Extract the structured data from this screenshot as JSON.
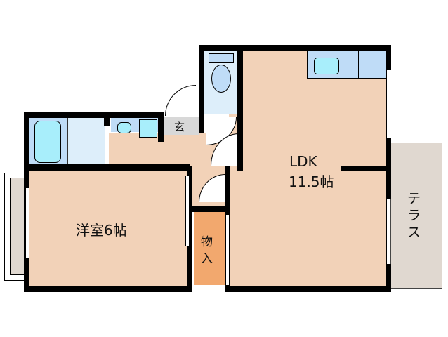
{
  "floorplan": {
    "rooms": {
      "western_room": {
        "label": "洋室6帖",
        "type": "western-style room",
        "size_jo": 6
      },
      "ldk": {
        "label": "LDK",
        "size_label": "11.5帖",
        "size_jo": 11.5
      },
      "storage": {
        "label_line1": "物",
        "label_line2": "入"
      },
      "entrance": {
        "label": "玄"
      },
      "terrace": {
        "label_line1": "テ",
        "label_line2": "ラ",
        "label_line3": "ス"
      }
    },
    "colors": {
      "floor": "#f2d2b8",
      "storage": "#f2a86e",
      "wet_area": "#ddeefa",
      "fixture": "#bfdcf7",
      "tub": "#a8eefb",
      "entrance": "#d8d8d8",
      "terrace": "#e0d8d0",
      "wall": "#000000"
    }
  }
}
